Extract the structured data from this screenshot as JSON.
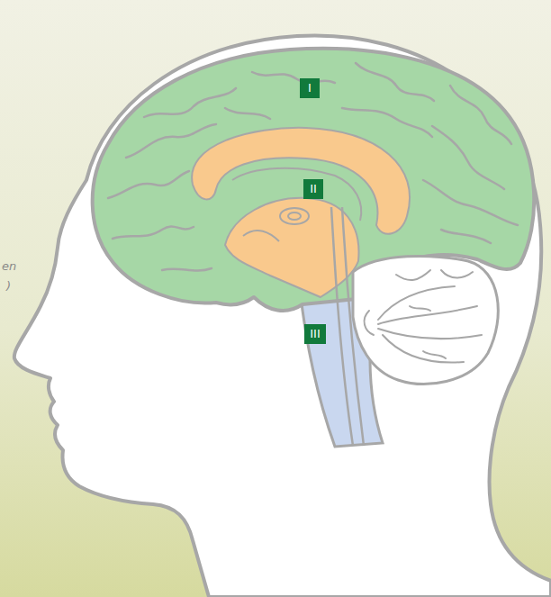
{
  "diagram": {
    "nodes": [
      {
        "text": [
          "I"
        ]
      },
      {
        "text": [
          "II"
        ]
      },
      {
        "text": [
          "III"
        ]
      }
    ],
    "labels": [
      "en",
      ")"
    ]
  }
}
